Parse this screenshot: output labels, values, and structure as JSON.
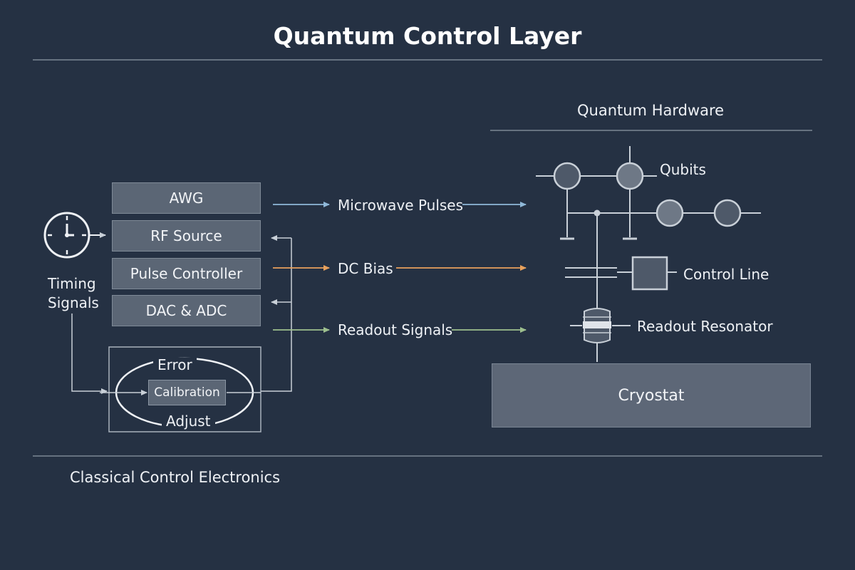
{
  "title": "Quantum Control Layer",
  "sections": {
    "hardware": "Quantum Hardware",
    "classical": "Classical Control Electronics"
  },
  "timing": {
    "label_line1": "Timing",
    "label_line2": "Signals"
  },
  "blocks": {
    "awg": "AWG",
    "rf_source": "RF Source",
    "pulse_controller": "Pulse Controller",
    "dac_adc": "DAC & ADC"
  },
  "feedback": {
    "top": "Error",
    "middle": "Calibration",
    "bottom": "Adjust"
  },
  "signals": {
    "microwave": "Microwave Pulses",
    "dc_bias": "DC Bias",
    "readout": "Readout Signals"
  },
  "hardware": {
    "qubits": "Qubits",
    "control_line": "Control Line",
    "readout_resonator": "Readout Resonator",
    "cryostat": "Cryostat"
  },
  "colors": {
    "background": "#253143",
    "microwave_arrow": "#8fb8d8",
    "dc_bias_arrow": "#e8a15c",
    "readout_arrow": "#9dbf8e",
    "line": "#c9d0d8"
  }
}
